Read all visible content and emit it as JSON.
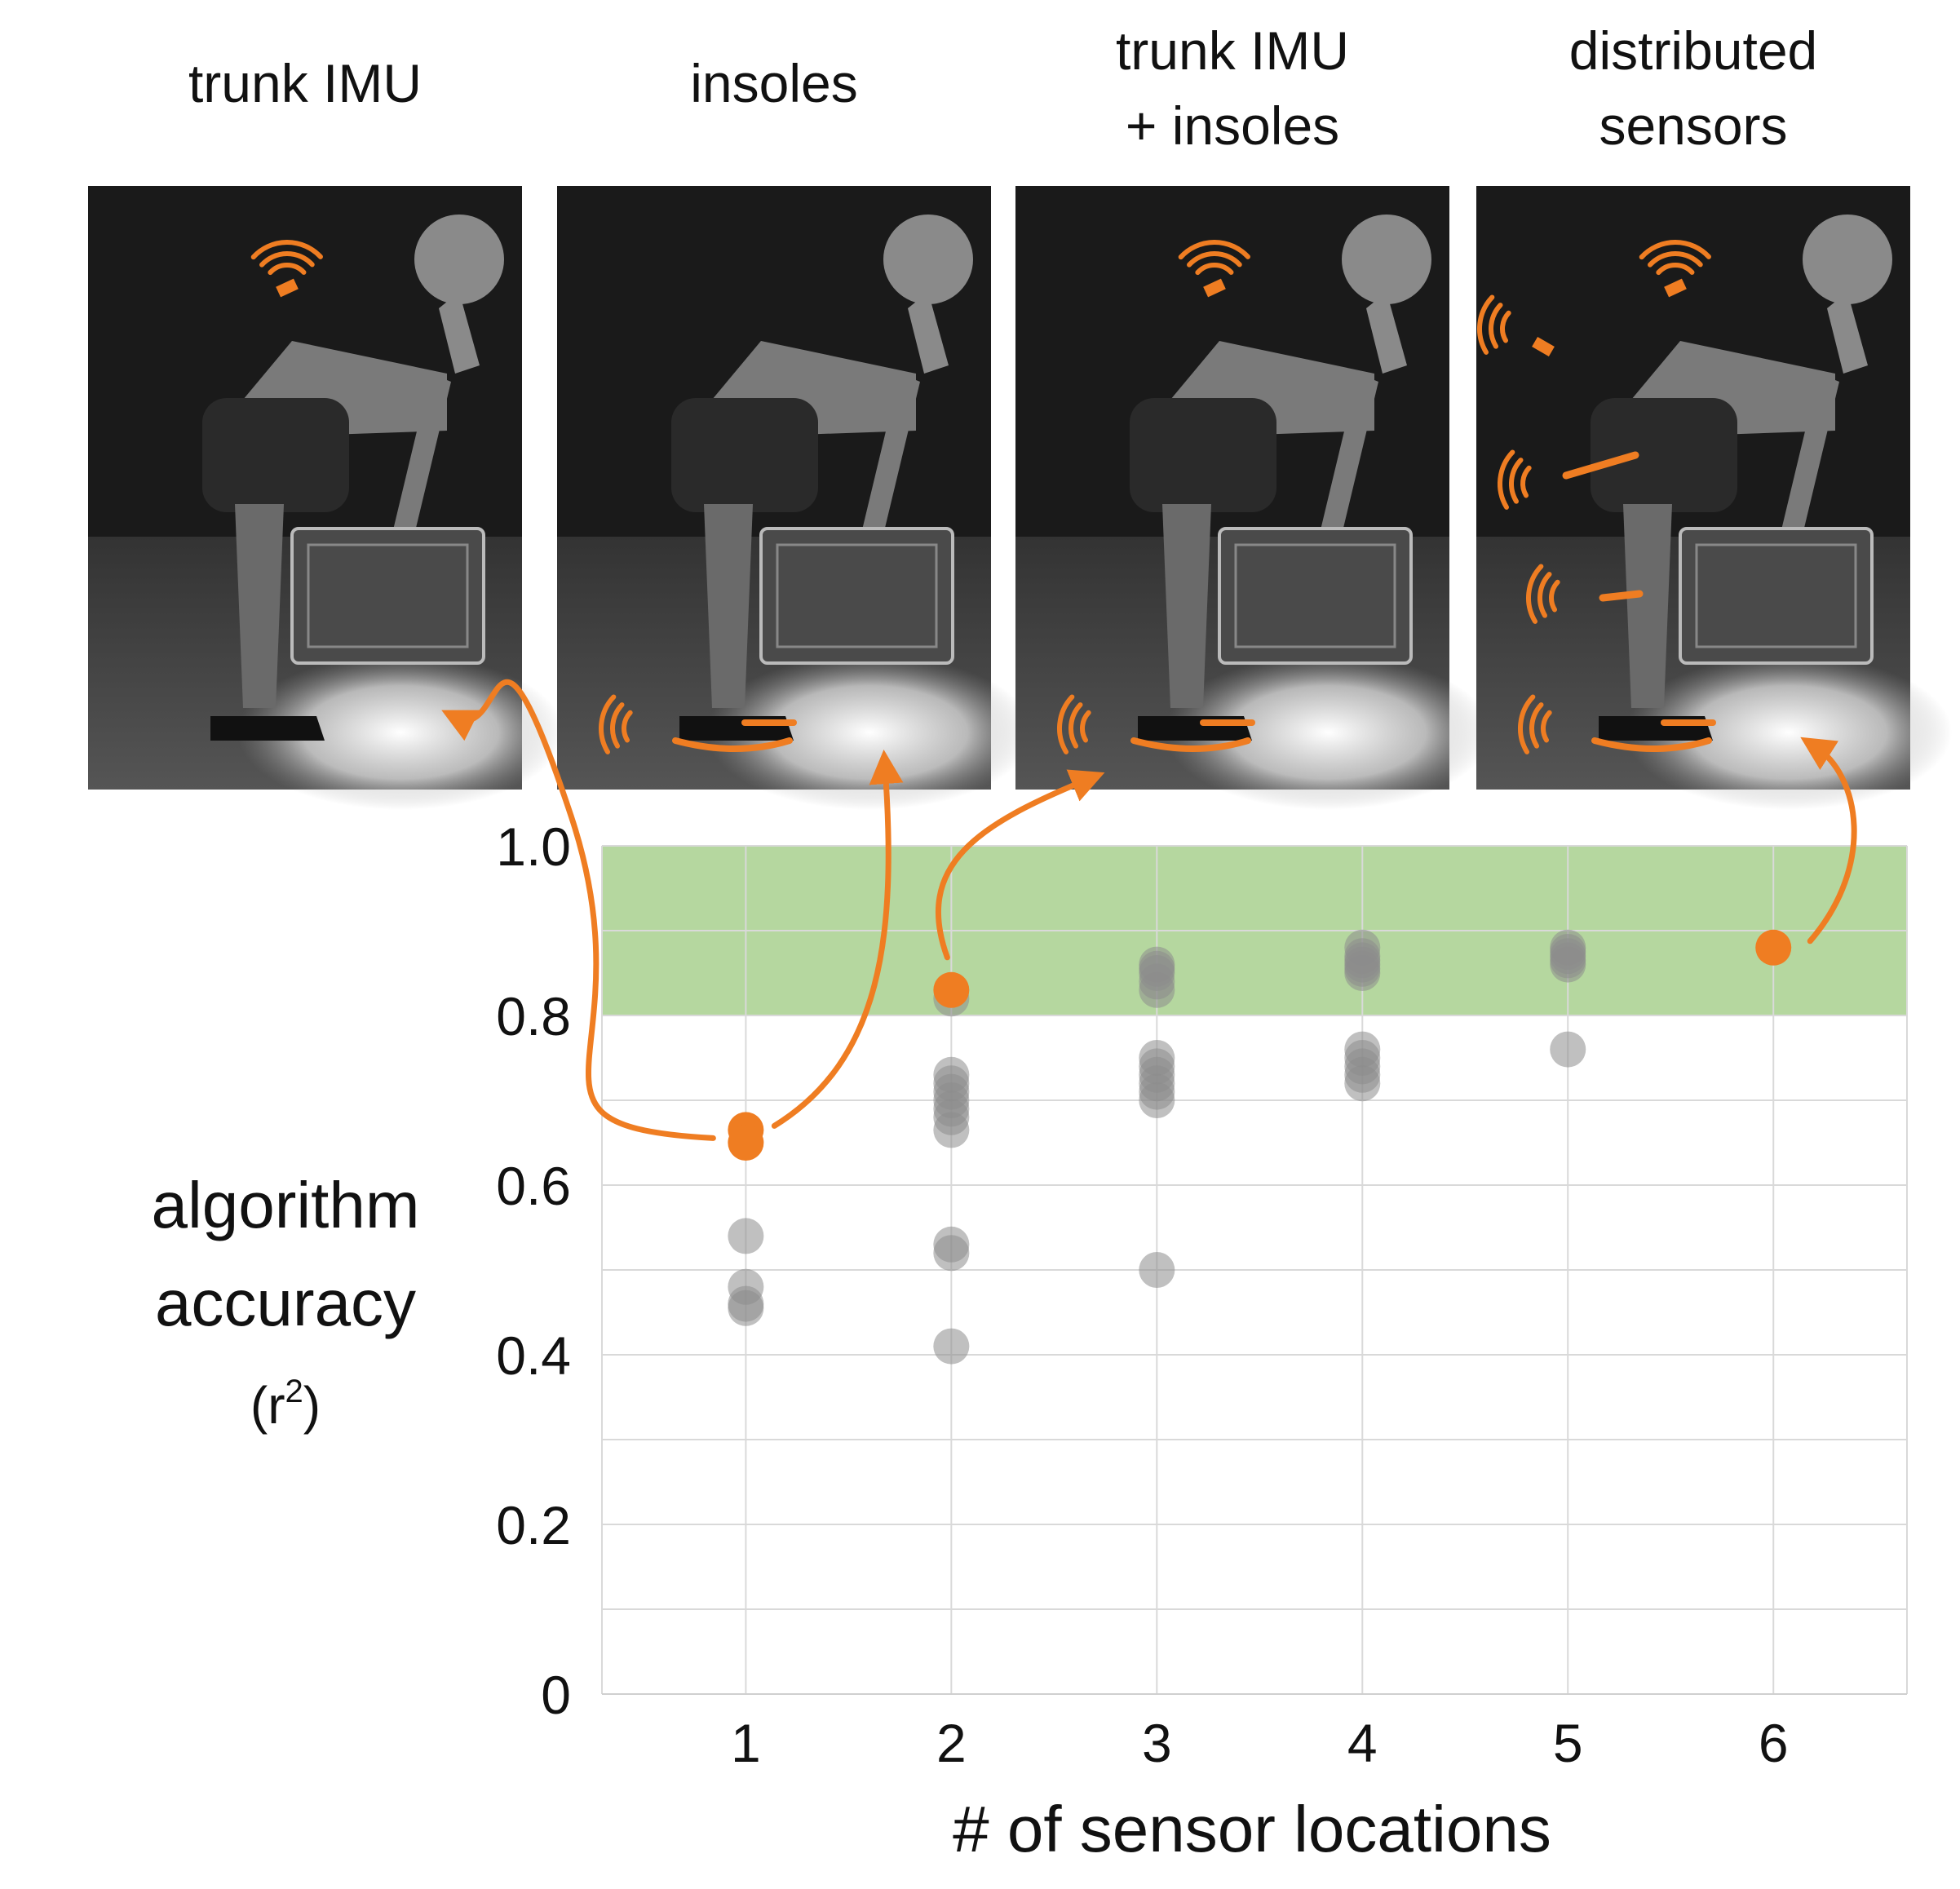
{
  "panels": [
    {
      "title_lines": [
        "trunk IMU"
      ],
      "sensors": [
        "trunk"
      ]
    },
    {
      "title_lines": [
        "insoles"
      ],
      "sensors": [
        "insoles"
      ]
    },
    {
      "title_lines": [
        "trunk IMU",
        "+ insoles"
      ],
      "sensors": [
        "trunk",
        "insoles"
      ]
    },
    {
      "title_lines": [
        "distributed",
        "sensors"
      ],
      "sensors": [
        "trunk",
        "pelvis",
        "thigh",
        "shank",
        "insoles"
      ]
    }
  ],
  "colors": {
    "highlight": "#ef7d22",
    "point": "#8c8c8c",
    "band": "#b5d79f",
    "grid": "#d9d9d9",
    "photo_bg": "#1a1a1a"
  },
  "chart_data": {
    "type": "scatter",
    "title": "",
    "xlabel": "# of sensor locations",
    "ylabel": "algorithm accuracy",
    "ylabel_unit": "(r",
    "ylabel_unit_sup": "2",
    "ylabel_unit_close": ")",
    "xlim": [
      0.3,
      6.65
    ],
    "ylim": [
      0,
      1.0
    ],
    "xticks": [
      "1",
      "2",
      "3",
      "4",
      "5",
      "6"
    ],
    "yticks": [
      "0",
      "0.2",
      "0.4",
      "0.6",
      "0.8",
      "1.0"
    ],
    "ytick_values": [
      0,
      0.2,
      0.4,
      0.6,
      0.8,
      1.0
    ],
    "grid": true,
    "highlight_band": [
      0.8,
      1.0
    ],
    "series": [
      {
        "points": [
          [
            1,
            0.54
          ],
          [
            1,
            0.48
          ],
          [
            1,
            0.46
          ],
          [
            1,
            0.455
          ],
          [
            2,
            0.82
          ],
          [
            2,
            0.73
          ],
          [
            2,
            0.72
          ],
          [
            2,
            0.71
          ],
          [
            2,
            0.7
          ],
          [
            2,
            0.69
          ],
          [
            2,
            0.68
          ],
          [
            2,
            0.665
          ],
          [
            2,
            0.53
          ],
          [
            2,
            0.52
          ],
          [
            2,
            0.41
          ],
          [
            3,
            0.86
          ],
          [
            3,
            0.855
          ],
          [
            3,
            0.85
          ],
          [
            3,
            0.84
          ],
          [
            3,
            0.83
          ],
          [
            3,
            0.75
          ],
          [
            3,
            0.74
          ],
          [
            3,
            0.73
          ],
          [
            3,
            0.72
          ],
          [
            3,
            0.71
          ],
          [
            3,
            0.7
          ],
          [
            3,
            0.5
          ],
          [
            4,
            0.88
          ],
          [
            4,
            0.87
          ],
          [
            4,
            0.865
          ],
          [
            4,
            0.86
          ],
          [
            4,
            0.855
          ],
          [
            4,
            0.85
          ],
          [
            4,
            0.76
          ],
          [
            4,
            0.75
          ],
          [
            4,
            0.74
          ],
          [
            4,
            0.73
          ],
          [
            4,
            0.72
          ],
          [
            5,
            0.88
          ],
          [
            5,
            0.875
          ],
          [
            5,
            0.87
          ],
          [
            5,
            0.865
          ],
          [
            5,
            0.86
          ],
          [
            5,
            0.76
          ]
        ]
      },
      {
        "points": [
          [
            1,
            0.665
          ],
          [
            1,
            0.65
          ],
          [
            2,
            0.83
          ],
          [
            6,
            0.88
          ]
        ],
        "links_to_panel": [
          0,
          1,
          2,
          3
        ]
      }
    ]
  }
}
